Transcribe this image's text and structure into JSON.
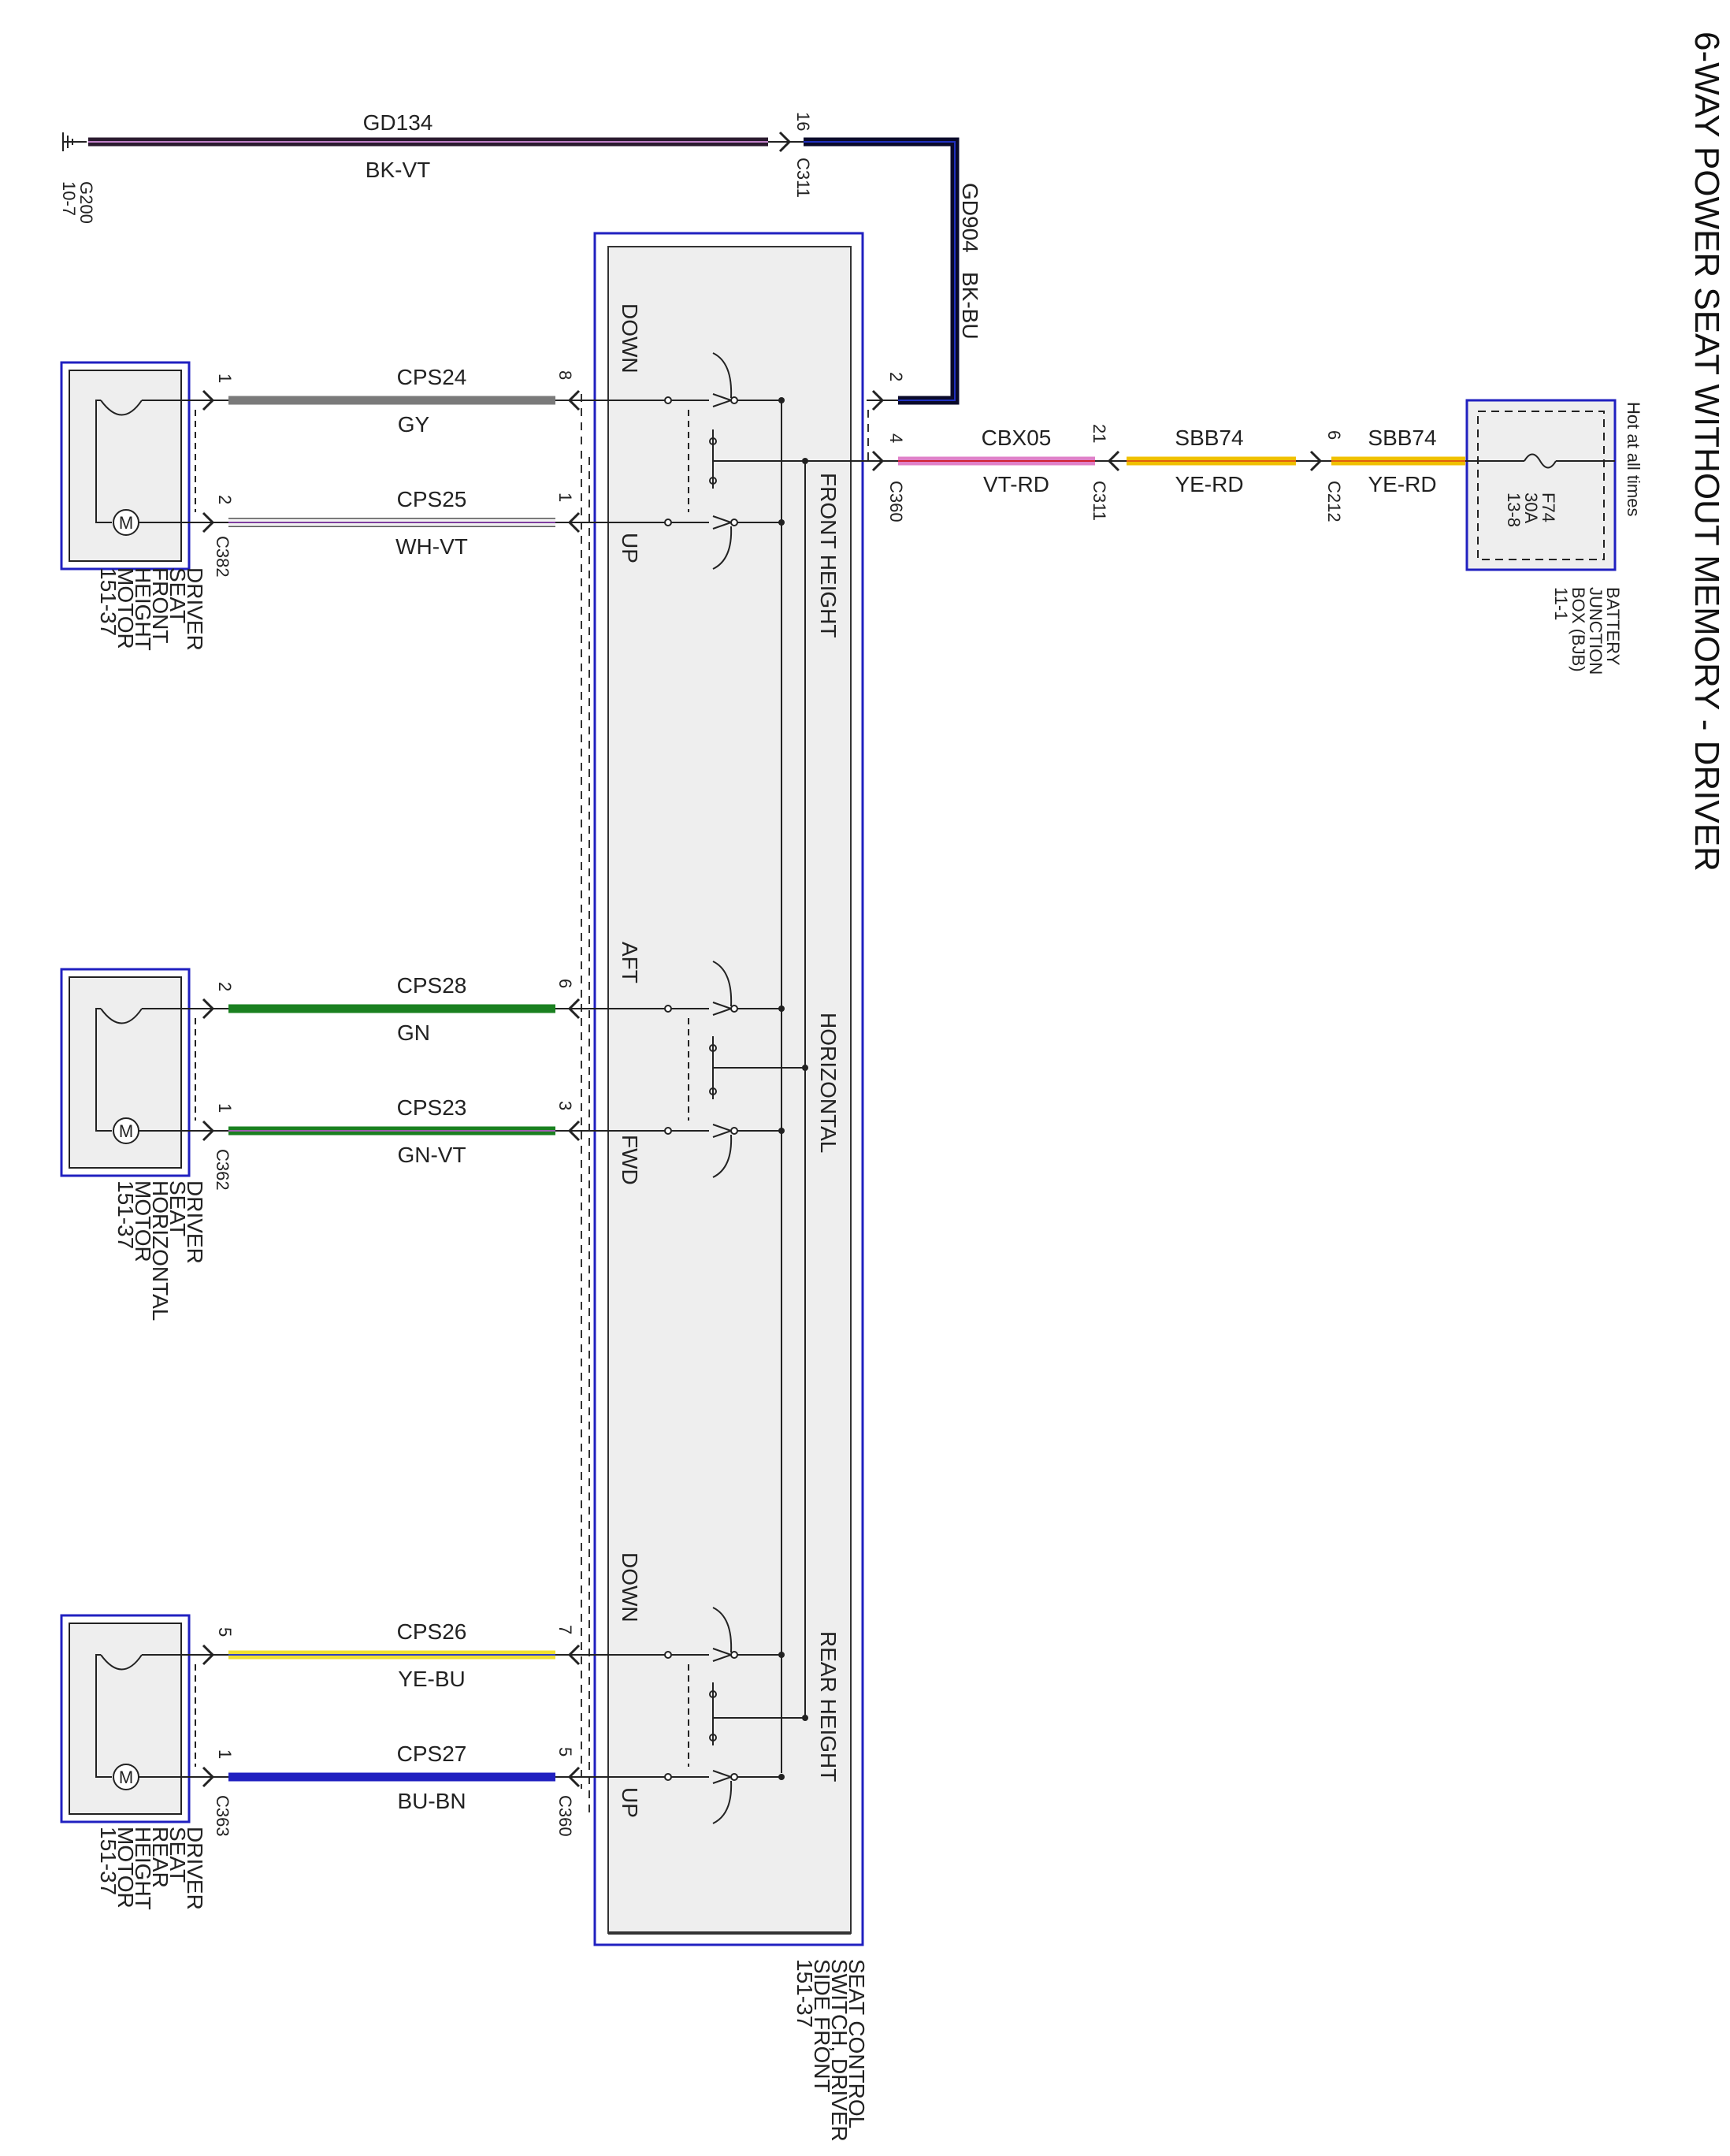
{
  "title": "6-WAY POWER SEAT WITHOUT MEMORY - DRIVER",
  "ground": {
    "name": "G200",
    "ref": "10-7"
  },
  "wires": [
    {
      "id": "w-gd134",
      "circuit": "GD134",
      "color_code": "BK-VT",
      "pin_right": "16"
    },
    {
      "id": "w-gd904",
      "circuit": "GD904",
      "color_code": "BK-BU"
    },
    {
      "id": "w-cps24",
      "circuit": "CPS24",
      "color_code": "GY",
      "pin_left": "1",
      "pin_right": "8"
    },
    {
      "id": "w-cps25",
      "circuit": "CPS25",
      "color_code": "WH-VT",
      "pin_left": "2",
      "pin_right": "1"
    },
    {
      "id": "w-cps28",
      "circuit": "CPS28",
      "color_code": "GN",
      "pin_left": "2",
      "pin_right": "6"
    },
    {
      "id": "w-cps23",
      "circuit": "CPS23",
      "color_code": "GN-VT",
      "pin_left": "1",
      "pin_right": "3"
    },
    {
      "id": "w-cps26",
      "circuit": "CPS26",
      "color_code": "YE-BU",
      "pin_left": "5",
      "pin_right": "7"
    },
    {
      "id": "w-cps27",
      "circuit": "CPS27",
      "color_code": "BU-BN",
      "pin_left": "1",
      "pin_right": "5"
    },
    {
      "id": "w-cbx05",
      "circuit": "CBX05",
      "color_code": "VT-RD",
      "pin_left": "4",
      "pin_right": "21"
    },
    {
      "id": "w-sbb74a",
      "circuit": "SBB74",
      "color_code": "YE-RD",
      "pin_right": "6"
    },
    {
      "id": "w-sbb74b",
      "circuit": "SBB74",
      "color_code": "YE-RD"
    }
  ],
  "connectors": {
    "c311": "C311",
    "c360": "C360",
    "c212": "C212",
    "c382": "C382",
    "c362": "C362",
    "c363": "C363",
    "pin_c360_2": "2"
  },
  "switch": {
    "name_lines": [
      "SEAT CONTROL",
      "SWITCH, DRIVER",
      "SIDE FRONT",
      "151-37"
    ],
    "sections": [
      "FRONT HEIGHT",
      "HORIZONTAL",
      "REAR HEIGHT"
    ],
    "positions": [
      "DOWN",
      "UP",
      "AFT",
      "FWD",
      "DOWN",
      "UP"
    ]
  },
  "motors": [
    {
      "lines": [
        "DRIVER",
        "SEAT",
        "FRONT",
        "HEIGHT",
        "MOTOR",
        "151-37"
      ]
    },
    {
      "lines": [
        "DRIVER",
        "SEAT",
        "HORIZONTAL",
        "MOTOR",
        "151-37"
      ]
    },
    {
      "lines": [
        "DRIVER",
        "SEAT",
        "REAR",
        "HEIGHT",
        "MOTOR",
        "151-37"
      ]
    }
  ],
  "fuse": {
    "name": "F74",
    "rating": "30A",
    "ref": "13-8",
    "hot_label": "Hot at all times",
    "box_lines": [
      "BATTERY",
      "JUNCTION",
      "BOX (BJB)",
      "11-1"
    ]
  },
  "wire_colors": {
    "GD134": [
      "#2a1a2e",
      "#c080c8"
    ],
    "GD904": [
      "#0a0a2a",
      "#2030c0"
    ],
    "CPS24": [
      "#7a7a7a",
      "#7a7a7a"
    ],
    "CPS25": [
      "#f2f2f2",
      "#8040a0"
    ],
    "CPS28": [
      "#1a8020",
      "#1a8020"
    ],
    "CPS23": [
      "#1a8020",
      "#a060b0"
    ],
    "CPS26": [
      "#f0e030",
      "#3040c0"
    ],
    "CPS27": [
      "#2020c0",
      "#2020c0"
    ],
    "CBX05": [
      "#e080c8",
      "#d02030"
    ],
    "SBB74": [
      "#f0c000",
      "#e06010"
    ]
  }
}
